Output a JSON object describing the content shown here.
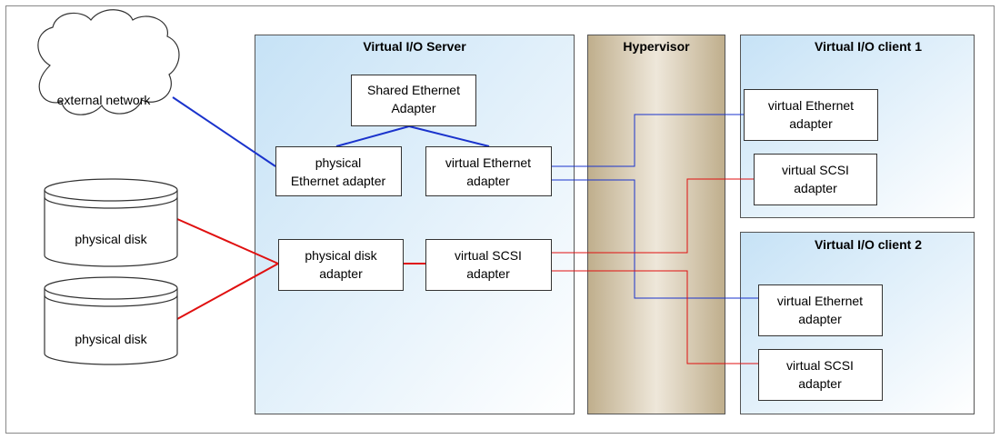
{
  "regions": {
    "vios_title": "Virtual I/O Server",
    "hypervisor_title": "Hypervisor",
    "client1_title": "Virtual I/O client 1",
    "client2_title": "Virtual I/O client 2"
  },
  "external": {
    "network": "external network",
    "disk1": "physical disk",
    "disk2": "physical disk"
  },
  "vios": {
    "sea": [
      "Shared Ethernet",
      "Adapter"
    ],
    "phys_eth": [
      "physical",
      "Ethernet adapter"
    ],
    "virt_eth": [
      "virtual Ethernet",
      "adapter"
    ],
    "phys_disk_adapter": [
      "physical disk",
      "adapter"
    ],
    "virt_scsi": [
      "virtual SCSI",
      "adapter"
    ]
  },
  "client1": {
    "virt_eth": [
      "virtual Ethernet",
      "adapter"
    ],
    "virt_scsi": [
      "virtual SCSI",
      "adapter"
    ]
  },
  "client2": {
    "virt_eth": [
      "virtual Ethernet",
      "adapter"
    ],
    "virt_scsi": [
      "virtual SCSI",
      "adapter"
    ]
  },
  "colors": {
    "network_link": "#1a33cc",
    "storage_link": "#e01010",
    "vios_fill": "#cfe6f7",
    "hypervisor_fill": "#c9b99a"
  }
}
